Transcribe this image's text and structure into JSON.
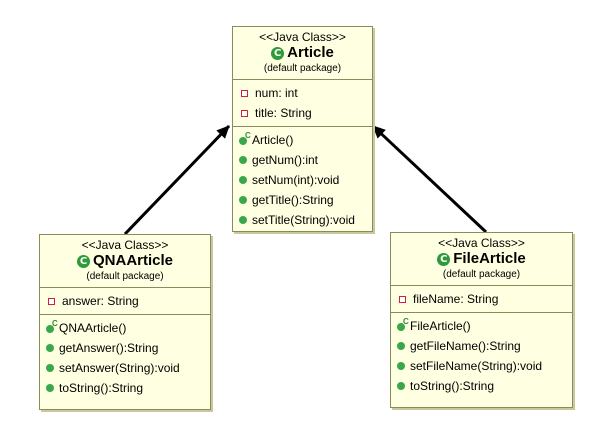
{
  "classes": {
    "article": {
      "stereotype": "<<Java Class>>",
      "icon": "C",
      "name": "Article",
      "package": "(default package)",
      "attributes": [
        "num: int",
        "title: String"
      ],
      "constructor": "Article()",
      "methods": [
        "getNum():int",
        "setNum(int):void",
        "getTitle():String",
        "setTitle(String):void"
      ]
    },
    "qna": {
      "stereotype": "<<Java Class>>",
      "icon": "C",
      "name": "QNAArticle",
      "package": "(default package)",
      "attributes": [
        "answer: String"
      ],
      "constructor": "QNAArticle()",
      "methods": [
        "getAnswer():String",
        "setAnswer(String):void",
        "toString():String"
      ]
    },
    "file": {
      "stereotype": "<<Java Class>>",
      "icon": "C",
      "name": "FileArticle",
      "package": "(default package)",
      "attributes": [
        "fileName: String"
      ],
      "constructor": "FileArticle()",
      "methods": [
        "getFileName():String",
        "setFileName(String):void",
        "toString():String"
      ]
    }
  },
  "colors": {
    "class_fill": "#ffffe1",
    "border": "#8a8a5a",
    "private_marker": "#d02040",
    "public_marker": "#3aa84a",
    "arrow": "#000000"
  },
  "icons": {
    "class": "class-c-icon",
    "private": "private-field-icon",
    "public": "public-method-icon",
    "constructor": "constructor-icon"
  }
}
